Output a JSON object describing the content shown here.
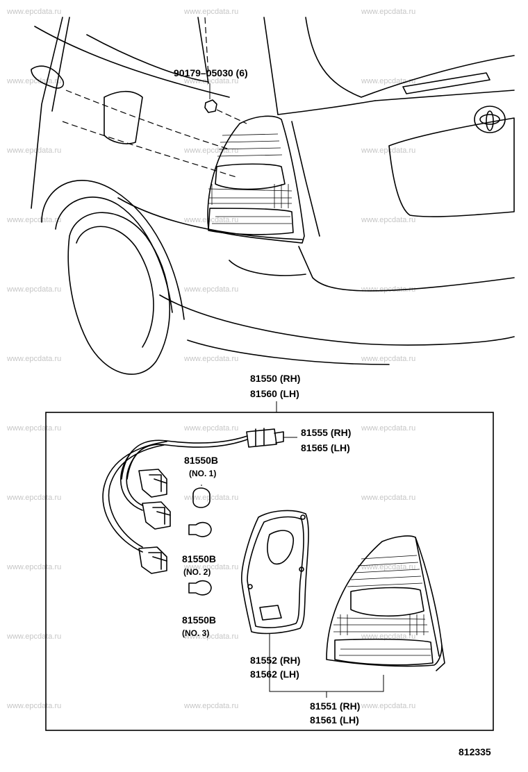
{
  "watermark_text": "www.epcdata.ru",
  "diagram_id": "812335",
  "labels": {
    "clip": "90179–05030 (6)",
    "lamp_assy_rh": "81550 (RH)",
    "lamp_assy_lh": "81560 (LH)",
    "socket_rh": "81555 (RH)",
    "socket_lh": "81565 (LH)",
    "bulb_no1_part": "81550B",
    "bulb_no1_tag": "(NO. 1)",
    "bulb_no2_part": "81550B",
    "bulb_no2_tag": "(NO. 2)",
    "bulb_no3_part": "81550B",
    "bulb_no3_tag": "(NO. 3)",
    "gasket_rh": "81552 (RH)",
    "gasket_lh": "81562 (LH)",
    "lens_rh": "81551 (RH)",
    "lens_lh": "81561 (LH)"
  }
}
